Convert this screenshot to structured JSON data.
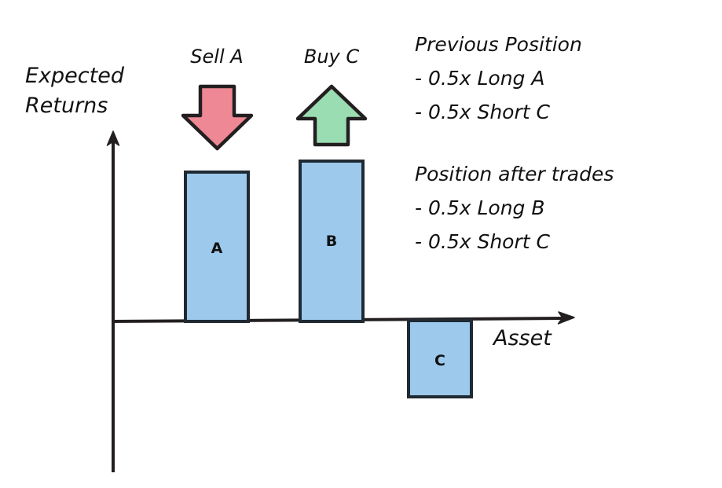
{
  "chart_data": {
    "type": "bar",
    "title": "",
    "ylabel": "Expected Returns",
    "xlabel": "Asset",
    "categories": [
      "A",
      "B",
      "C"
    ],
    "values": [
      1.0,
      1.08,
      -0.51
    ],
    "ylim": [
      -0.75,
      1.4
    ],
    "grid": false,
    "legend": "none",
    "bar_color": "#9cc9ec",
    "bar_border_color": "#1f2a33",
    "annotations": [
      {
        "name": "sell-a",
        "label": "Sell A",
        "direction": "down",
        "color": "#ee8894",
        "target": "A"
      },
      {
        "name": "buy-c",
        "label": "Buy C",
        "direction": "up",
        "color": "#9bddb2",
        "target": "B"
      }
    ]
  },
  "axes": {
    "y_label_line1": "Expected",
    "y_label_line2": "Returns",
    "x_label": "Asset"
  },
  "bars": [
    {
      "letter": "A"
    },
    {
      "letter": "B"
    },
    {
      "letter": "C"
    }
  ],
  "arrows": [
    {
      "label": "Sell A",
      "color": "#ee8894",
      "direction": "down"
    },
    {
      "label": "Buy C",
      "color": "#9bddb2",
      "direction": "up"
    }
  ],
  "notes": [
    {
      "heading": "Previous Position",
      "lines": [
        "- 0.5x Long A",
        "- 0.5x Short C"
      ]
    },
    {
      "heading": "Position after trades",
      "lines": [
        "- 0.5x Long B",
        "- 0.5x Short C"
      ]
    }
  ],
  "colors": {
    "stroke": "#231f20",
    "bar_fill": "#9cc9ec",
    "bar_stroke": "#1f2a33",
    "arrow_down_fill": "#ee8894",
    "arrow_up_fill": "#9bddb2",
    "arrow_stroke": "#231f20",
    "text": "#111111",
    "background": "#ffffff"
  }
}
